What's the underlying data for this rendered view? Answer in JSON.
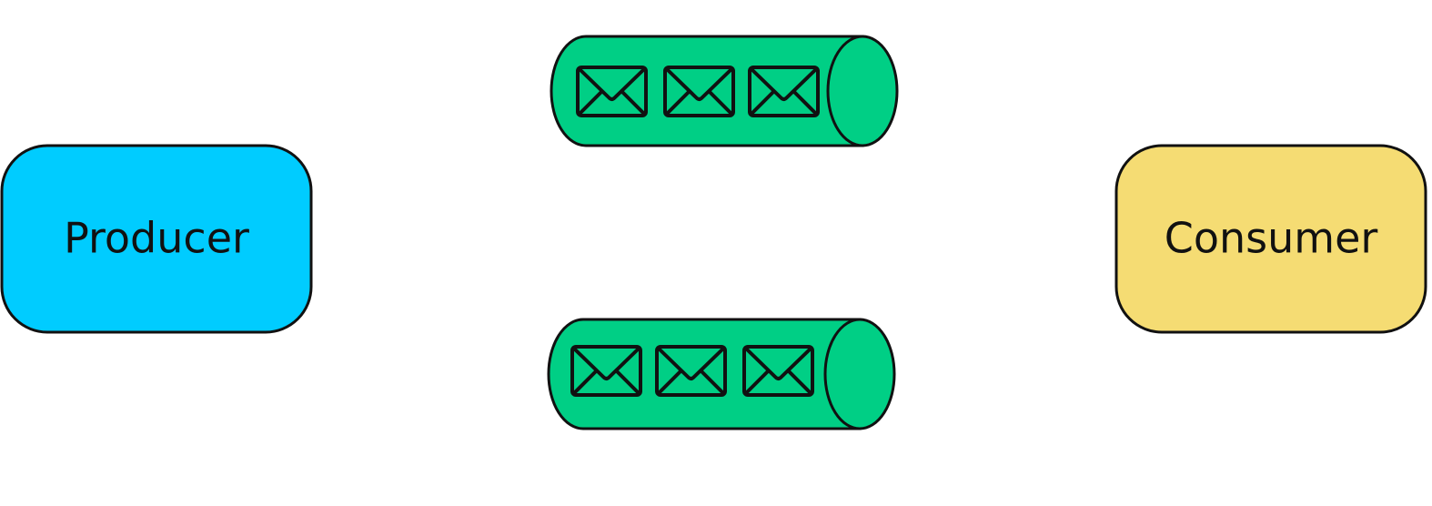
{
  "nodes": {
    "producer": {
      "label": "Producer",
      "color": "#00ccff"
    },
    "consumer": {
      "label": "Consumer",
      "color": "#f5dc73"
    }
  },
  "queues": [
    {
      "message_count": 3,
      "color": "#00cf85"
    },
    {
      "message_count": 3,
      "color": "#00cf85"
    }
  ],
  "icons": {
    "message": "envelope-icon"
  }
}
